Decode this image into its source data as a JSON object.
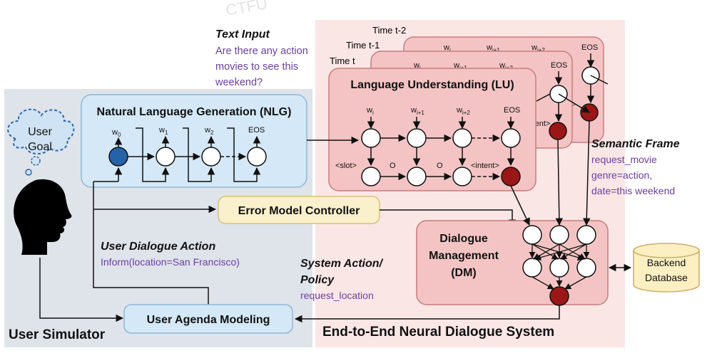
{
  "colors": {
    "user_bg": "#dfe3ea",
    "e2e_bg": "#fbe6e6",
    "box_pink": "#f4c4c4",
    "box_pink_stroke": "#c87c7c",
    "nlg_fill": "#d4e8f7",
    "nlg_stroke": "#8fb7d8",
    "error_fill": "#fbf0cc",
    "error_stroke": "#d8c27a",
    "node_red": "#9b1717",
    "node_blue": "#2563a8",
    "purple_text": "#6b3fa0",
    "db_fill": "#fcefc2",
    "db_stroke": "#c9ae66"
  },
  "watermark": "CTFU",
  "time_labels": {
    "t2": "Time t-2",
    "t1": "Time t-1",
    "t": "Time t"
  },
  "text_input": {
    "heading": "Text Input",
    "lines": [
      "Are there any action",
      "movies to see this",
      "weekend?"
    ]
  },
  "lu": {
    "title": "Language Understanding (LU)",
    "w_i": "w",
    "w_i_sub": "i",
    "w_i1_sub": "i+1",
    "w_i2_sub": "i+2",
    "eos": "EOS",
    "slot": "<slot>",
    "o": "O",
    "intent": "<intent>",
    "back_intent": "intent>",
    "back_gt": ">"
  },
  "nlg": {
    "title": "Natural Language Generation (NLG)",
    "w": "w",
    "subs": [
      "0",
      "1",
      "2"
    ],
    "eos": "EOS"
  },
  "user_goal": [
    "User",
    "Goal"
  ],
  "semantic_frame": {
    "heading": "Semantic Frame",
    "lines": [
      "request_movie",
      "genre=action,",
      "date=this weekend"
    ]
  },
  "error_model": "Error Model Controller",
  "dm": {
    "lines": [
      "Dialogue",
      "Management",
      "(DM)"
    ]
  },
  "backend": [
    "Backend",
    "Database"
  ],
  "user_dialogue_action": {
    "heading": "User Dialogue Action",
    "value": "Inform(location=San Francisco)"
  },
  "system_action": {
    "heading_lines": [
      "System Action/",
      "Policy"
    ],
    "value": "request_location"
  },
  "user_agenda": "User Agenda Modeling",
  "user_simulator": "User Simulator",
  "e2e_label": "End-to-End Neural Dialogue System"
}
